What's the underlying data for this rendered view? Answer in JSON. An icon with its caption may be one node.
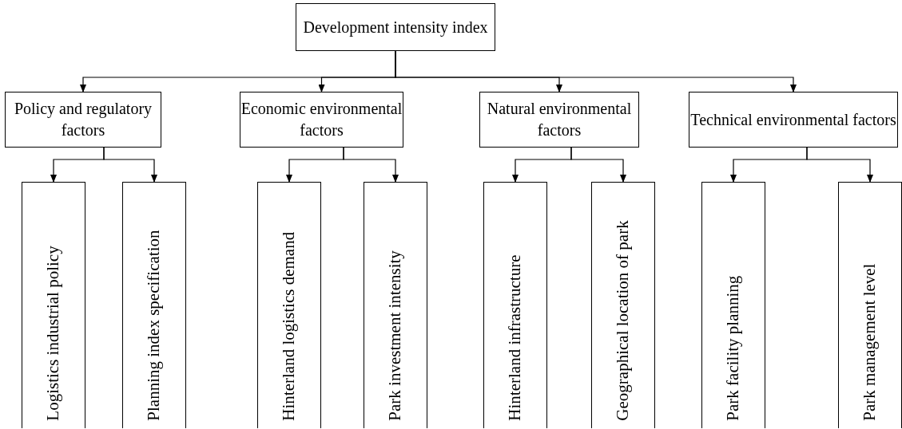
{
  "diagram": {
    "nodes": [
      {
        "text": [
          "Development intensity index"
        ]
      },
      {
        "text": [
          "Policy and regulatory factors"
        ]
      },
      {
        "text": [
          "Economic environmental factors"
        ]
      },
      {
        "text": [
          "Natural environmental factors"
        ]
      },
      {
        "text": [
          "Technical environmental factors"
        ]
      },
      {
        "text": [
          "Logistics industrial policy"
        ]
      },
      {
        "text": [
          "Planning index specification"
        ]
      },
      {
        "text": [
          "Hinterland logistics demand"
        ]
      },
      {
        "text": [
          "Park investment intensity"
        ]
      },
      {
        "text": [
          "Hinterland infrastructure"
        ]
      },
      {
        "text": [
          "Geographical location of park"
        ]
      },
      {
        "text": [
          "Park facility planning"
        ]
      },
      {
        "text": [
          "Park management level"
        ]
      }
    ],
    "edges": [
      {
        "from": 0,
        "to": 1,
        "arrow": "to"
      },
      {
        "from": 0,
        "to": 2,
        "arrow": "to"
      },
      {
        "from": 0,
        "to": 3,
        "arrow": "to"
      },
      {
        "from": 0,
        "to": 4,
        "arrow": "to"
      },
      {
        "from": 1,
        "to": 5,
        "arrow": "to"
      },
      {
        "from": 1,
        "to": 6,
        "arrow": "to"
      },
      {
        "from": 2,
        "to": 7,
        "arrow": "to"
      },
      {
        "from": 2,
        "to": 8,
        "arrow": "to"
      },
      {
        "from": 3,
        "to": 9,
        "arrow": "to"
      },
      {
        "from": 3,
        "to": 10,
        "arrow": "to"
      },
      {
        "from": 4,
        "to": 11,
        "arrow": "to"
      },
      {
        "from": 4,
        "to": 12,
        "arrow": "to"
      }
    ]
  }
}
